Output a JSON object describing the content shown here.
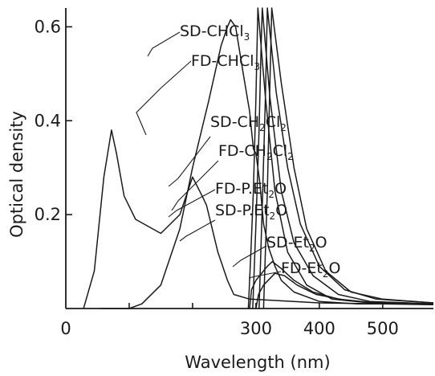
{
  "chart_data": {
    "type": "line",
    "title": "",
    "xlabel": "Wavelength (nm)",
    "ylabel": "Optical density",
    "xlim": [
      0,
      580
    ],
    "ylim": [
      0,
      0.64
    ],
    "x_ticks": [
      {
        "value": 0,
        "label": "0"
      },
      {
        "value": 100,
        "label": ""
      },
      {
        "value": 200,
        "label": ""
      },
      {
        "value": 300,
        "label": "300"
      },
      {
        "value": 400,
        "label": "400"
      },
      {
        "value": 500,
        "label": "500"
      }
    ],
    "y_ticks": [
      {
        "value": 0.2,
        "label": "0.2"
      },
      {
        "value": 0.4,
        "label": "0.4"
      },
      {
        "value": 0.6,
        "label": "0.6"
      }
    ],
    "grid": false,
    "series": [
      {
        "name": "SD-CHCl3",
        "label_main": "SD-CHCl",
        "label_sub": "3",
        "points": [
          [
            288,
            0.0
          ],
          [
            292,
            0.12
          ],
          [
            296,
            0.25
          ],
          [
            300,
            0.45
          ],
          [
            303,
            0.64
          ],
          [
            315,
            0.45
          ],
          [
            330,
            0.25
          ],
          [
            350,
            0.12
          ],
          [
            380,
            0.05
          ],
          [
            420,
            0.02
          ],
          [
            480,
            0.012
          ],
          [
            580,
            0.008
          ]
        ]
      },
      {
        "name": "FD-CHCl3",
        "label_main": "FD-CHCl",
        "label_sub": "3",
        "points": [
          [
            295,
            0.0
          ],
          [
            300,
            0.18
          ],
          [
            305,
            0.38
          ],
          [
            308,
            0.55
          ],
          [
            310,
            0.64
          ],
          [
            322,
            0.45
          ],
          [
            340,
            0.25
          ],
          [
            360,
            0.14
          ],
          [
            390,
            0.07
          ],
          [
            430,
            0.03
          ],
          [
            480,
            0.015
          ],
          [
            580,
            0.01
          ]
        ]
      },
      {
        "name": "SD-CH2Cl2",
        "label_main": "SD-CH",
        "label_sub": "2",
        "label_main2": "Cl",
        "label_sub2": "2",
        "points": [
          [
            305,
            0.0
          ],
          [
            310,
            0.22
          ],
          [
            315,
            0.45
          ],
          [
            318,
            0.64
          ],
          [
            332,
            0.46
          ],
          [
            350,
            0.3
          ],
          [
            370,
            0.18
          ],
          [
            400,
            0.09
          ],
          [
            440,
            0.04
          ],
          [
            490,
            0.02
          ],
          [
            580,
            0.012
          ]
        ]
      },
      {
        "name": "FD-CH2Cl2",
        "label_main": "FD-CH",
        "label_sub": "2",
        "label_main2": "Cl",
        "label_sub2": "2",
        "points": [
          [
            312,
            0.0
          ],
          [
            318,
            0.25
          ],
          [
            322,
            0.48
          ],
          [
            325,
            0.64
          ],
          [
            340,
            0.48
          ],
          [
            360,
            0.3
          ],
          [
            380,
            0.17
          ],
          [
            410,
            0.08
          ],
          [
            450,
            0.035
          ],
          [
            500,
            0.02
          ],
          [
            580,
            0.012
          ]
        ]
      },
      {
        "name": "FD-P.Et2O",
        "label_main": "FD-P.Et",
        "label_sub": "2",
        "label_main2": "O",
        "label_sub2": "",
        "points": [
          [
            55,
            0.0
          ],
          [
            100,
            0.0
          ],
          [
            120,
            0.01
          ],
          [
            150,
            0.05
          ],
          [
            180,
            0.17
          ],
          [
            200,
            0.3
          ],
          [
            225,
            0.44
          ],
          [
            245,
            0.56
          ],
          [
            255,
            0.6
          ],
          [
            260,
            0.615
          ],
          [
            268,
            0.6
          ],
          [
            280,
            0.5
          ],
          [
            290,
            0.42
          ],
          [
            296,
            0.34
          ],
          [
            300,
            0.33
          ],
          [
            306,
            0.27
          ],
          [
            312,
            0.18
          ],
          [
            320,
            0.13
          ],
          [
            330,
            0.09
          ],
          [
            340,
            0.06
          ],
          [
            360,
            0.035
          ],
          [
            400,
            0.015
          ],
          [
            460,
            0.01
          ],
          [
            580,
            0.01
          ]
        ]
      },
      {
        "name": "SD-P.Et2O",
        "label_main": "SD-P.Et",
        "label_sub": "2",
        "label_main2": "O",
        "label_sub2": "",
        "points": [
          [
            28,
            0.0
          ],
          [
            45,
            0.08
          ],
          [
            60,
            0.28
          ],
          [
            72,
            0.38
          ],
          [
            80,
            0.33
          ],
          [
            92,
            0.24
          ],
          [
            110,
            0.19
          ],
          [
            150,
            0.16
          ],
          [
            180,
            0.2
          ],
          [
            200,
            0.28
          ],
          [
            215,
            0.24
          ],
          [
            222,
            0.22
          ],
          [
            240,
            0.12
          ],
          [
            255,
            0.06
          ],
          [
            265,
            0.03
          ],
          [
            290,
            0.02
          ],
          [
            400,
            0.012
          ],
          [
            580,
            0.008
          ]
        ]
      },
      {
        "name": "SD-Et2O",
        "label_main": "SD-Et",
        "label_sub": "2",
        "label_main2": "O",
        "label_sub2": "",
        "points": [
          [
            290,
            0.0
          ],
          [
            293,
            0.04
          ],
          [
            300,
            0.06
          ],
          [
            318,
            0.09
          ],
          [
            326,
            0.1
          ],
          [
            340,
            0.085
          ],
          [
            360,
            0.06
          ],
          [
            390,
            0.035
          ],
          [
            430,
            0.02
          ],
          [
            480,
            0.013
          ],
          [
            580,
            0.01
          ]
        ]
      },
      {
        "name": "FD-Et2O",
        "label_main": "FD-Et",
        "label_sub": "2",
        "label_main2": "O",
        "label_sub2": "",
        "points": [
          [
            300,
            0.0
          ],
          [
            304,
            0.03
          ],
          [
            312,
            0.05
          ],
          [
            330,
            0.075
          ],
          [
            345,
            0.07
          ],
          [
            365,
            0.05
          ],
          [
            395,
            0.03
          ],
          [
            440,
            0.018
          ],
          [
            490,
            0.012
          ],
          [
            580,
            0.01
          ]
        ]
      }
    ]
  }
}
